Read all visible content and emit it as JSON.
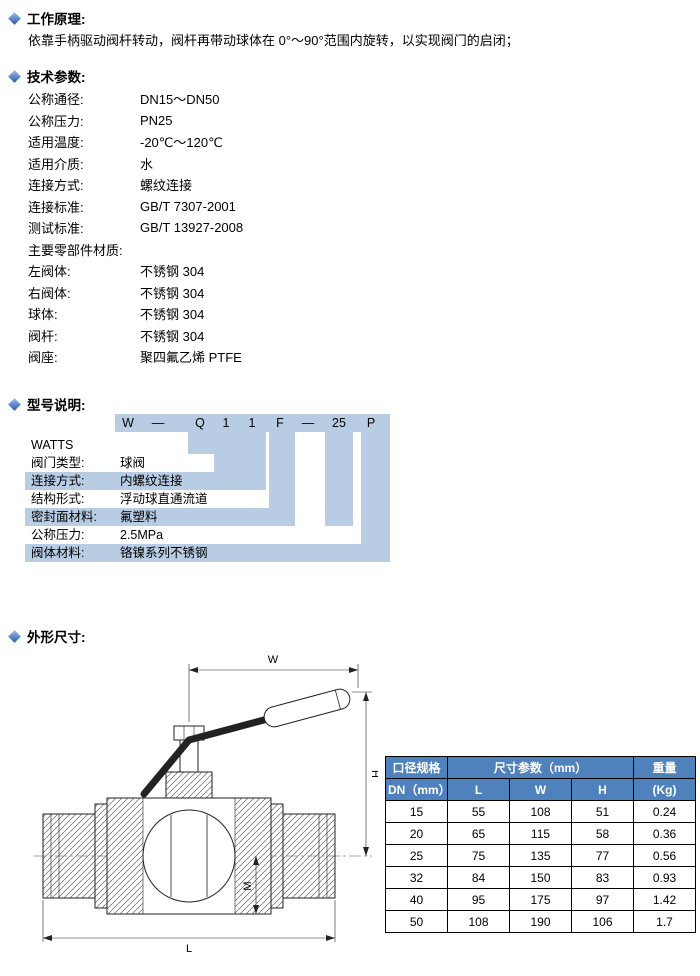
{
  "colors": {
    "accent_blue": "#4f81bd",
    "light_blue": "#b8cce4"
  },
  "sections": {
    "principle": {
      "heading": "工作原理:",
      "body": "依靠手柄驱动阀杆转动，阀杆再带动球体在 0°～90°范围内旋转，以实现阀门的启闭；"
    },
    "tech_params": {
      "heading": "技术参数:",
      "rows": [
        {
          "label": "公称通径:",
          "value": "DN15～DN50"
        },
        {
          "label": "公称压力:",
          "value": "PN25"
        },
        {
          "label": "适用温度:",
          "value": "-20℃～120℃"
        },
        {
          "label": "适用介质:",
          "value": "水"
        },
        {
          "label": "连接方式:",
          "value": "螺纹连接"
        },
        {
          "label": "连接标准:",
          "value": "GB/T 7307-2001"
        },
        {
          "label": "测试标准:",
          "value": "GB/T 13927-2008"
        },
        {
          "label": "主要零部件材质:",
          "value": ""
        },
        {
          "label": "左阀体:",
          "value": "不锈钢 304"
        },
        {
          "label": "右阀体:",
          "value": "不锈钢 304"
        },
        {
          "label": "球体:",
          "value": "不锈钢 304"
        },
        {
          "label": "阀杆:",
          "value": "不锈钢 304"
        },
        {
          "label": "阀座:",
          "value": "聚四氟乙烯 PTFE"
        }
      ]
    },
    "model": {
      "heading": "型号说明:",
      "code_tokens": [
        "W",
        "—",
        "Q",
        "1",
        "1",
        "F",
        "—",
        "25",
        "P"
      ],
      "rows": [
        {
          "label": "WATTS",
          "value": ""
        },
        {
          "label": "阀门类型:",
          "value": "球阀"
        },
        {
          "label": "连接方式:",
          "value": "内螺纹连接"
        },
        {
          "label": "结构形式:",
          "value": "浮动球直通流道"
        },
        {
          "label": "密封面材料:",
          "value": "氟塑料"
        },
        {
          "label": "公称压力:",
          "value": "2.5MPa"
        },
        {
          "label": "阀体材料:",
          "value": "铬镍系列不锈钢"
        }
      ]
    },
    "dimensions": {
      "heading": "外形尺寸:",
      "drawing_labels": {
        "w": "W",
        "h": "H",
        "l": "L",
        "m": "M"
      },
      "table": {
        "header": {
          "col1_top": "口径规格",
          "col1_bottom": "DN（mm）",
          "mid_top": "尺寸参数（mm）",
          "mid_cols": [
            "L",
            "W",
            "H"
          ],
          "col5_top": "重量",
          "col5_bottom": "(Kg)"
        },
        "rows": [
          [
            "15",
            "55",
            "108",
            "51",
            "0.24"
          ],
          [
            "20",
            "65",
            "115",
            "58",
            "0.36"
          ],
          [
            "25",
            "75",
            "135",
            "77",
            "0.56"
          ],
          [
            "32",
            "84",
            "150",
            "83",
            "0.93"
          ],
          [
            "40",
            "95",
            "175",
            "97",
            "1.42"
          ],
          [
            "50",
            "108",
            "190",
            "106",
            "1.7"
          ]
        ]
      }
    }
  }
}
